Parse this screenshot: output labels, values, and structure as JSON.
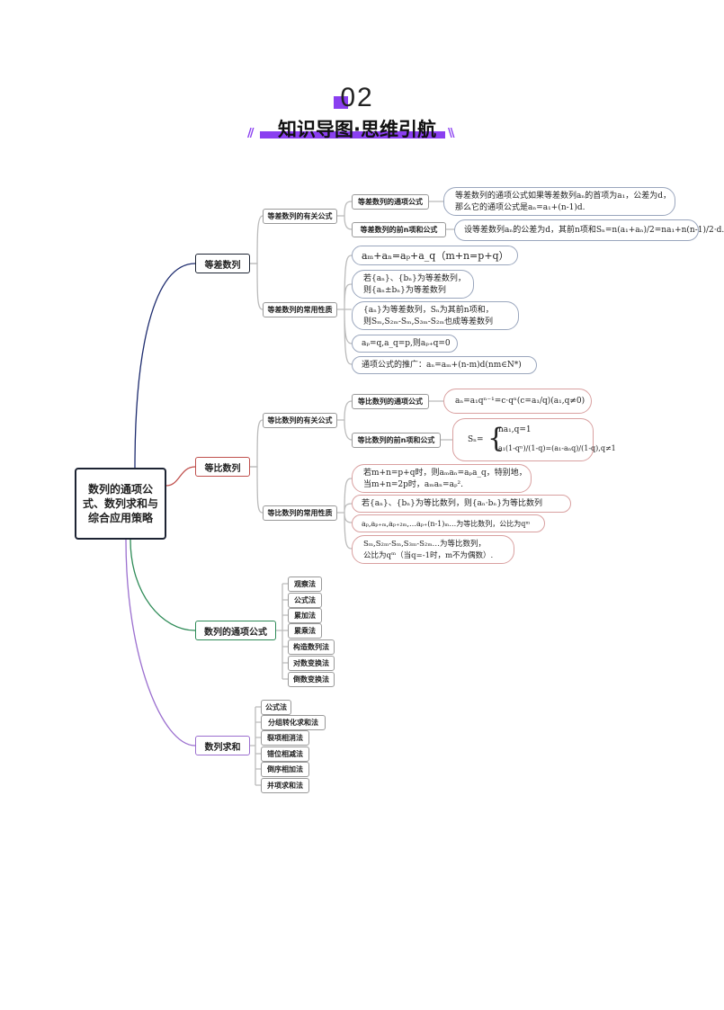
{
  "header": {
    "number": "02",
    "title": "知识导图·思维引航",
    "colors": {
      "accent": "#8a3ff0",
      "branch1": "#1d2b6e",
      "branch2": "#c0504d",
      "branch3": "#2e8b57",
      "branch4": "#9b6fcf"
    }
  },
  "root": {
    "label": "数列的通项公式、数列求和与综合应用策略"
  },
  "branches": {
    "arith": {
      "label": "等差数列",
      "g1": {
        "label": "等差数列的有关公式",
        "items": [
          {
            "label": "等差数列的通项公式",
            "line1": "等差数列的通项公式如果等差数列aₙ的首项为a₁，公差为d，",
            "line2": "那么它的通项公式是aₙ=a₁+(n-1)d."
          },
          {
            "label": "等差数列的前n项和公式",
            "line1": "设等差数列aₙ的公差为d，其前n项和Sₙ=n(a₁+aₙ)/2=na₁+n(n-1)/2·d."
          }
        ]
      },
      "g2": {
        "label": "等差数列的常用性质",
        "items": [
          {
            "line1": "aₘ+aₙ=aₚ+a_q（m+n=p+q）"
          },
          {
            "line1": "若{aₙ}、{bₙ}为等差数列，",
            "line2": "则{aₙ±bₙ}为等差数列"
          },
          {
            "line1": "{aₙ}为等差数列，Sₙ为其前n项和，",
            "line2": "则Sₘ,S₂ₘ-Sₘ,S₃ₘ-S₂ₘ也成等差数列"
          },
          {
            "line1": "aₚ=q,a_q=p,则aₚ₊q=0"
          },
          {
            "line1": "通项公式的推广：aₙ=aₘ+(n-m)d(nm∈N*)"
          }
        ]
      }
    },
    "geo": {
      "label": "等比数列",
      "g1": {
        "label": "等比数列的有关公式",
        "items": [
          {
            "label": "等比数列的通项公式",
            "line1": "aₙ=a₁qⁿ⁻¹=c·qⁿ(c=a₁/q)(a₁,q≠0)"
          },
          {
            "label": "等比数列的前n项和公式",
            "line1": "na₁,q=1",
            "line2": "a₁(1-qⁿ)/(1-q)=(a₁-aₙq)/(1-q),q≠1",
            "prefix": "Sₙ="
          }
        ]
      },
      "g2": {
        "label": "等比数列的常用性质",
        "items": [
          {
            "line1": "若m+n=p+q时，则aₘaₙ=aₚa_q，特别地，",
            "line2": "当m+n=2p时，aₘaₙ=aₚ²."
          },
          {
            "line1": "若{aₙ}、{bₙ}为等比数列，则{aₙ·bₙ}为等比数列"
          },
          {
            "line1": "aₚ,aₚ₊ₘ,aₚ₊₂ₘ,…aₚ₊(n-1)ₘ…为等比数列，公比为qᵐ"
          },
          {
            "line1": "Sₘ,S₂ₘ-Sₘ,S₃ₘ-S₂ₘ…为等比数列，",
            "line2": "公比为qᵐ（当q=-1时，m不为偶数）."
          }
        ]
      }
    },
    "general": {
      "label": "数列的通项公式",
      "items": [
        "观察法",
        "公式法",
        "累加法",
        "累乘法",
        "构造数列法",
        "对数变换法",
        "倒数变换法"
      ]
    },
    "sum": {
      "label": "数列求和",
      "items": [
        "公式法",
        "分组转化求和法",
        "裂项相消法",
        "错位相减法",
        "倒序相加法",
        "并项求和法"
      ]
    }
  }
}
